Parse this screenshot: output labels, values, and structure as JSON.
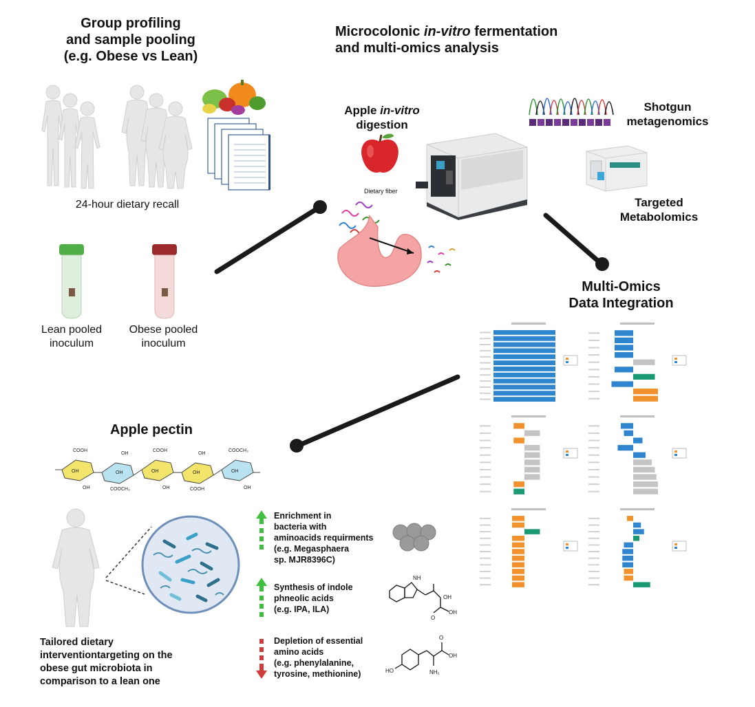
{
  "left": {
    "title_lines": [
      "Group profiling",
      "and sample pooling",
      "(e.g. Obese vs Lean)"
    ],
    "recall_label": "24-hour dietary recall",
    "lean_label_lines": [
      "Lean pooled",
      "inoculum"
    ],
    "obese_label_lines": [
      "Obese pooled",
      "inoculum"
    ],
    "pectin_title": "Apple pectin",
    "pectin_groups": {
      "cooh": "COOH",
      "cooch3": "COOCH₃",
      "oh": "OH"
    },
    "tailored_lines": [
      "Tailored dietary",
      "interventiontargeting on the",
      "obese gut microbiota in",
      "comparison to a lean one"
    ]
  },
  "center": {
    "title_line1_prefix": "Microcolonic ",
    "title_line1_em": "in-vitro",
    "title_line1_suffix": " fermentation",
    "title_line2": "and multi-omics analysis",
    "digestion_line1_prefix": "Apple ",
    "digestion_line1_em": "in-vitro",
    "digestion_line2": "digestion",
    "fiber_label": "Dietary fiber"
  },
  "right": {
    "shotgun_lines": [
      "Shotgun",
      "metagenomics"
    ],
    "metabolomics_lines": [
      "Targeted",
      "Metabolomics"
    ],
    "integration_lines": [
      "Multi-Omics",
      "Data Integration"
    ]
  },
  "outcomes": [
    {
      "direction": "up",
      "lines": [
        "Enrichment in",
        "bacteria with",
        "aminoacids requirments",
        "(e.g. Megasphaera",
        "sp. MJR8396C)"
      ]
    },
    {
      "direction": "up",
      "lines": [
        "Synthesis of indole",
        "phneolic acids",
        "(e.g. IPA, ILA)"
      ]
    },
    {
      "direction": "down",
      "lines": [
        "Depletion of essential",
        "amino acids",
        "(e.g. phenylalanine,",
        "tyrosine, methionine)"
      ]
    }
  ],
  "chem_labels": {
    "nh": "NH",
    "oh": "OH",
    "o": "O",
    "ho": "HO",
    "nh2": "NH₂"
  },
  "colors": {
    "up_arrow": "#3fbf3f",
    "down_arrow": "#d23b3b",
    "bar_blue": "#2f86cf",
    "bar_orange": "#f2922f",
    "bar_grey": "#c4c4c4",
    "bar_green": "#1a9a73",
    "pectin_yellow": "#f3e56b",
    "pectin_blue": "#b9e3f0"
  },
  "integration_panels": [
    {
      "bars": [
        "b",
        "b",
        "b",
        "b",
        "b",
        "b",
        "b",
        "b",
        "b",
        "b",
        "b",
        "b"
      ],
      "values": [
        1,
        1,
        1,
        1,
        1,
        1,
        1,
        1,
        1,
        1,
        1,
        1
      ],
      "signs": [
        -1,
        -1,
        -1,
        -1,
        -1,
        -1,
        -1,
        -1,
        -1,
        -1,
        -1,
        -1
      ]
    },
    {
      "bars": [
        "b",
        "b",
        "b",
        "b",
        "g",
        "b",
        "t",
        "b",
        "o",
        "o"
      ],
      "values": [
        0.6,
        0.6,
        0.6,
        0.6,
        0.7,
        0.6,
        0.7,
        0.7,
        0.8,
        0.8
      ],
      "signs": [
        -1,
        -1,
        -1,
        -1,
        1,
        -1,
        1,
        -1,
        1,
        1
      ]
    },
    {
      "bars": [
        "o",
        "g",
        "o",
        "g",
        "g",
        "g",
        "g",
        "g",
        "o",
        "t"
      ],
      "values": [
        0.35,
        0.5,
        0.35,
        0.5,
        0.5,
        0.5,
        0.5,
        0.5,
        0.35,
        0.35
      ],
      "signs": [
        -1,
        1,
        -1,
        1,
        1,
        1,
        1,
        1,
        -1,
        -1
      ]
    },
    {
      "bars": [
        "b",
        "b",
        "b",
        "b",
        "b",
        "g",
        "g",
        "g",
        "g",
        "g"
      ],
      "values": [
        0.4,
        0.3,
        0.3,
        0.5,
        0.4,
        0.6,
        0.7,
        0.75,
        0.8,
        0.8
      ],
      "signs": [
        -1,
        -1,
        1,
        -1,
        1,
        1,
        1,
        1,
        1,
        1
      ]
    },
    {
      "bars": [
        "o",
        "o",
        "t",
        "o",
        "o",
        "o",
        "o",
        "o",
        "o",
        "o",
        "o"
      ],
      "values": [
        0.4,
        0.4,
        0.5,
        0.4,
        0.4,
        0.4,
        0.4,
        0.4,
        0.4,
        0.4,
        0.4
      ],
      "signs": [
        -1,
        -1,
        1,
        -1,
        -1,
        -1,
        -1,
        -1,
        -1,
        -1,
        -1
      ]
    },
    {
      "bars": [
        "o",
        "b",
        "b",
        "t",
        "b",
        "b",
        "b",
        "b",
        "o",
        "o",
        "t"
      ],
      "values": [
        0.2,
        0.25,
        0.35,
        0.2,
        0.3,
        0.35,
        0.35,
        0.35,
        0.3,
        0.3,
        0.55
      ],
      "signs": [
        -1,
        1,
        1,
        1,
        -1,
        -1,
        -1,
        -1,
        -1,
        -1,
        1
      ]
    }
  ]
}
